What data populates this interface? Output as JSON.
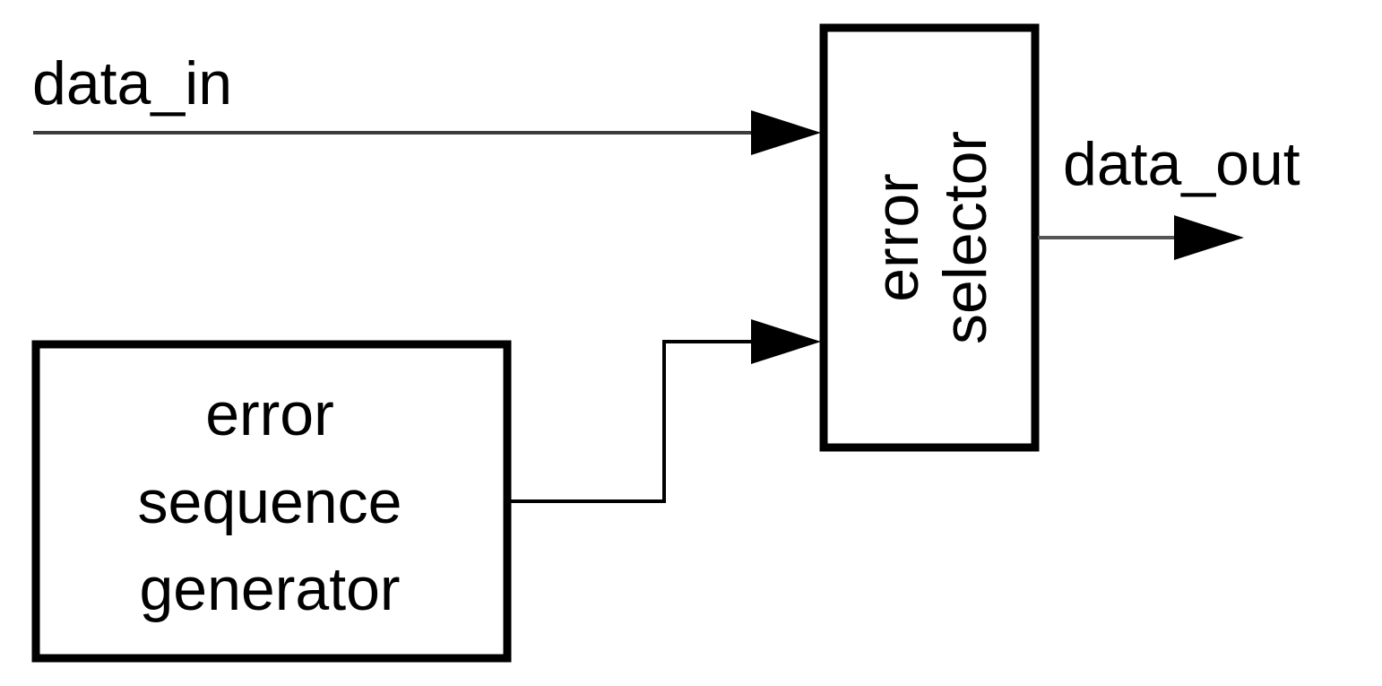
{
  "signals": {
    "input": "data_in",
    "output": "data_out"
  },
  "blocks": {
    "generator": {
      "lines": [
        "error",
        "sequence",
        "generator"
      ]
    },
    "selector": {
      "lines": [
        "error",
        "selector"
      ]
    }
  },
  "colors": {
    "stroke": "#000000",
    "wire": "#3c3c3c",
    "background": "#ffffff"
  }
}
